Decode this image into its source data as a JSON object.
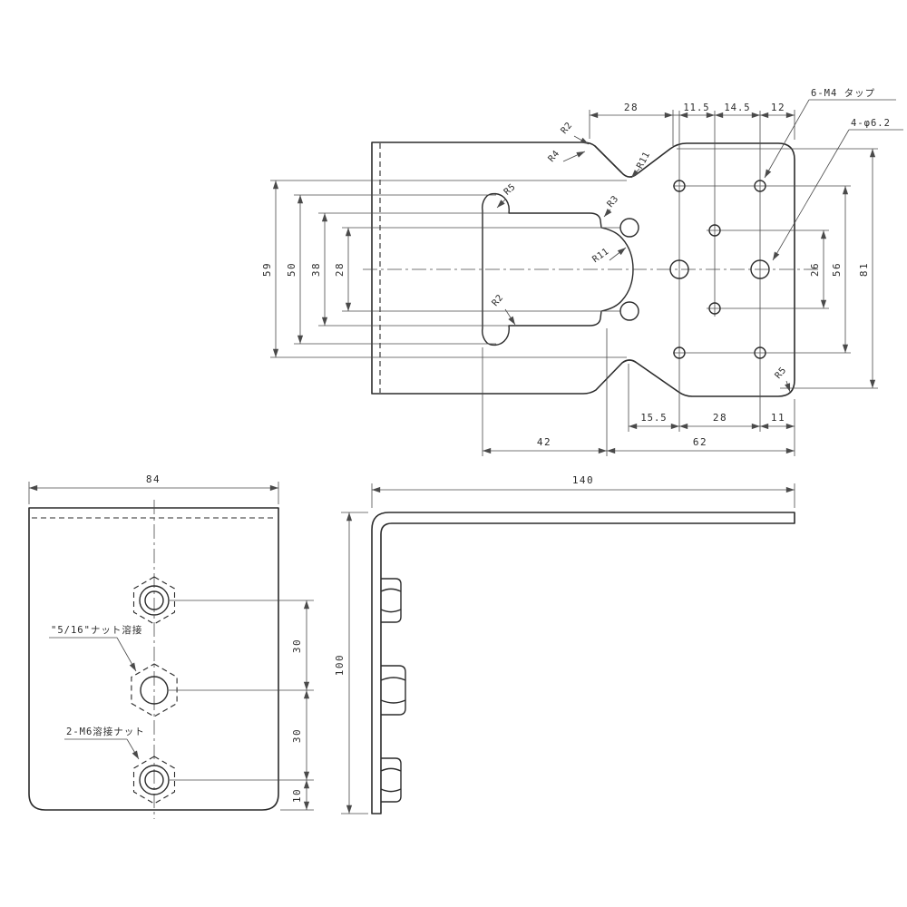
{
  "drawing": {
    "type": "sheet-metal-bracket-technical-drawing",
    "background_color": "#ffffff",
    "line_color": "#2b2b2b"
  },
  "top_view": {
    "dims": {
      "d28_top": "28",
      "d11_5": "11.5",
      "d14_5": "14.5",
      "d12": "12",
      "d59": "59",
      "d50": "50",
      "d38": "38",
      "d28_left": "28",
      "d15_5": "15.5",
      "d28_bottom": "28",
      "d11": "11",
      "d42": "42",
      "d62": "62",
      "d26": "26",
      "d56": "56",
      "d81": "81"
    },
    "radii": {
      "r2_corner": "R2",
      "r4_corner": "R4",
      "r11_notch": "R11",
      "r5_slot": "R5",
      "r3_step": "R3",
      "r11_bulge": "R11",
      "r2_lobe": "R2",
      "r5_plate": "R5"
    },
    "labels": {
      "tap_note": "6-M4 タップ",
      "hole_note": "4-φ6.2"
    }
  },
  "left_view": {
    "dims": {
      "d84": "84",
      "d30_upper": "30",
      "d30_lower": "30",
      "d10": "10"
    },
    "labels": {
      "nut_5_16": "\"5/16\"ナット溶接",
      "nut_m6": "2-M6溶接ナット"
    }
  },
  "side_view": {
    "dims": {
      "d140": "140",
      "d100": "100"
    }
  }
}
